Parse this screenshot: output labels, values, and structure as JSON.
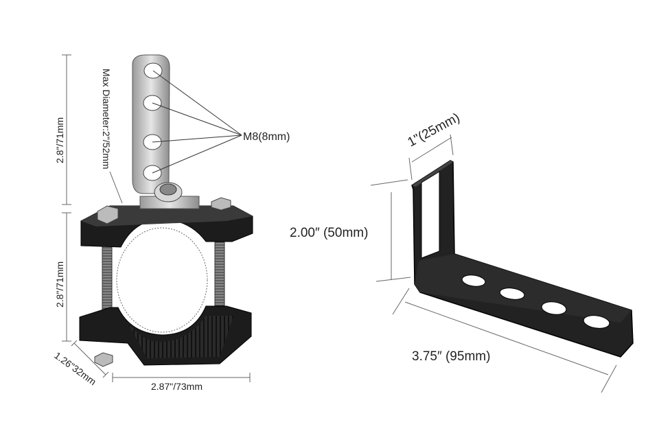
{
  "clamp_mount": {
    "upper_height": "2.8\"/71mm",
    "lower_height": "2.8\"/71mm",
    "max_diameter": "Max Diameter:2\"/52mm",
    "hole_size": "M8(8mm)",
    "depth": "1.26\"32mm",
    "width": "2.87\"/73mm"
  },
  "bracket": {
    "width": "1\"(25mm)",
    "height": "2.00″ (50mm)",
    "length": "3.75″ (95mm)"
  }
}
